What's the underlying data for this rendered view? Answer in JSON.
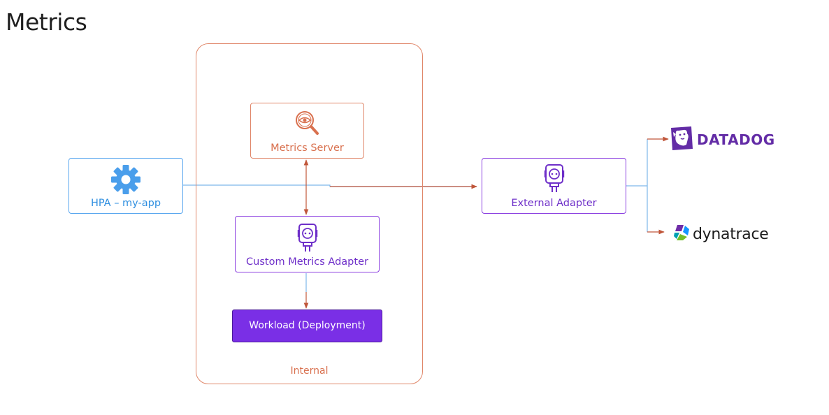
{
  "page": {
    "title": "Metrics"
  },
  "internal": {
    "label": "Internal"
  },
  "hpa": {
    "label": "HPA – my-app",
    "icon": "gear-icon",
    "color": "#4a9eeb"
  },
  "metrics_server": {
    "label": "Metrics Server",
    "icon": "magnifier-eye-icon",
    "color": "#d9714f"
  },
  "custom_metrics_adapter": {
    "label": "Custom Metrics Adapter",
    "icon": "plug-adapter-icon",
    "color": "#6e2fc9"
  },
  "workload": {
    "label": "Workload (Deployment)",
    "color": "#7a2fe6"
  },
  "external_adapter": {
    "label": "External Adapter",
    "icon": "plug-adapter-icon",
    "color": "#6e2fc9"
  },
  "providers": [
    {
      "name": "DATADOG",
      "icon": "datadog-logo-icon",
      "color": "#632ca6"
    },
    {
      "name": "dynatrace",
      "icon": "dynatrace-logo-icon",
      "color": "#1c1c1c"
    }
  ]
}
